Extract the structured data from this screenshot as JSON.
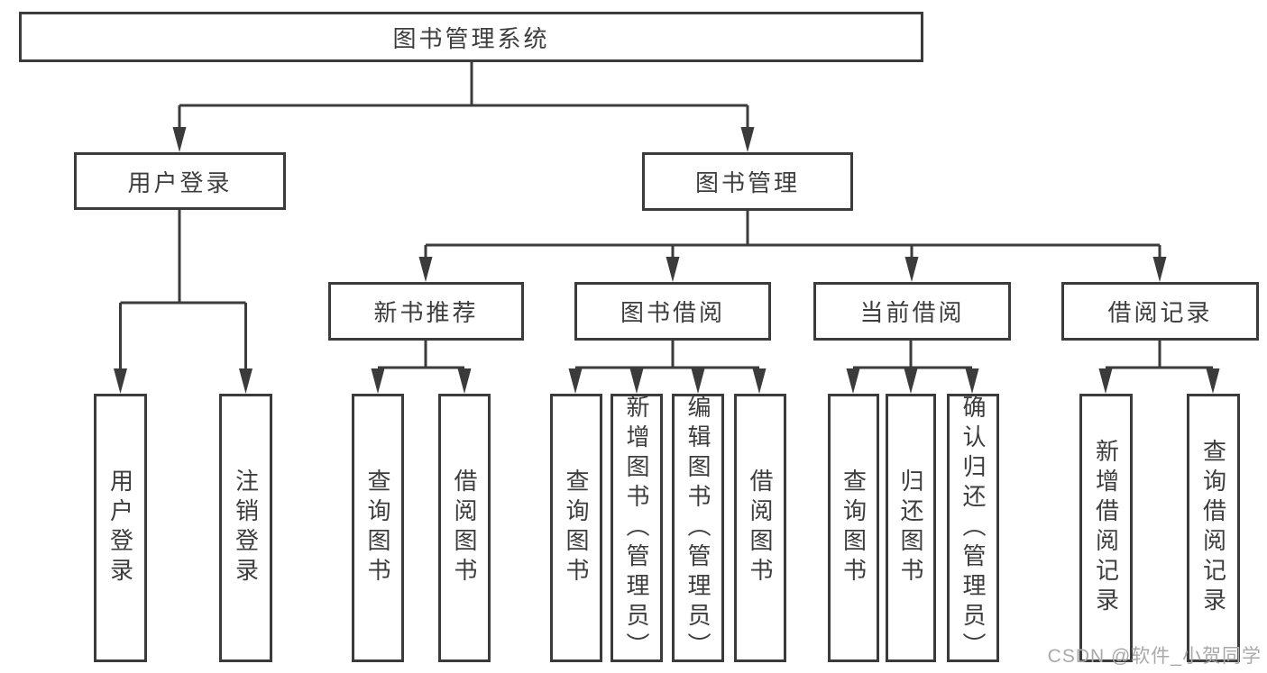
{
  "tree": {
    "label": "图书管理系统",
    "children": [
      {
        "label": "用户登录",
        "children": [
          {
            "label": "用户登录"
          },
          {
            "label": "注销登录"
          }
        ]
      },
      {
        "label": "图书管理",
        "children": [
          {
            "label": "新书推荐",
            "children": [
              {
                "label": "查询图书"
              },
              {
                "label": "借阅图书"
              }
            ]
          },
          {
            "label": "图书借阅",
            "children": [
              {
                "label": "查询图书"
              },
              {
                "label": "新增图书（管理员）"
              },
              {
                "label": "编辑图书（管理员）"
              },
              {
                "label": "借阅图书"
              }
            ]
          },
          {
            "label": "当前借阅",
            "children": [
              {
                "label": "查询图书"
              },
              {
                "label": "归还图书"
              },
              {
                "label": "确认归还（管理员）"
              }
            ]
          },
          {
            "label": "借阅记录",
            "children": [
              {
                "label": "新增借阅记录"
              },
              {
                "label": "查询借阅记录"
              }
            ]
          }
        ]
      }
    ]
  },
  "watermark": {
    "text": "CSDN @软件_小贺同学"
  },
  "colors": {
    "line": "#3b3b3b",
    "text": "#3d3d3d",
    "watermark": "#a9a9a9",
    "background": "#ffffff"
  }
}
